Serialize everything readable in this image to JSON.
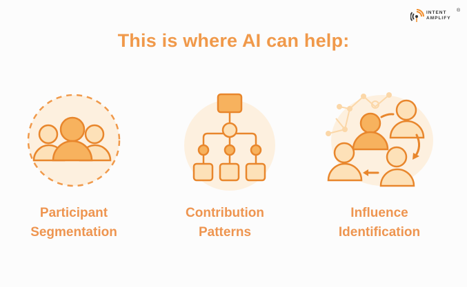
{
  "brand": {
    "logo_line1": "INTENT",
    "logo_line2": "AMPLIFY",
    "registered": "®",
    "icon": "signal-broadcast-icon"
  },
  "header": {
    "title": "This is where AI can help:"
  },
  "colors": {
    "accent": "#f0994a",
    "stroke": "#e8862c",
    "fill_light": "#fde1b8",
    "fill_mid": "#f7b25e",
    "circle_bg": "#fdf0df",
    "background": "#fcfcfc"
  },
  "cards": [
    {
      "icon": "participant-group-icon",
      "label_line1": "Participant",
      "label_line2": "Segmentation"
    },
    {
      "icon": "hierarchy-tree-icon",
      "label_line1": "Contribution",
      "label_line2": "Patterns"
    },
    {
      "icon": "influence-network-icon",
      "label_line1": "Influence",
      "label_line2": "Identification"
    }
  ]
}
